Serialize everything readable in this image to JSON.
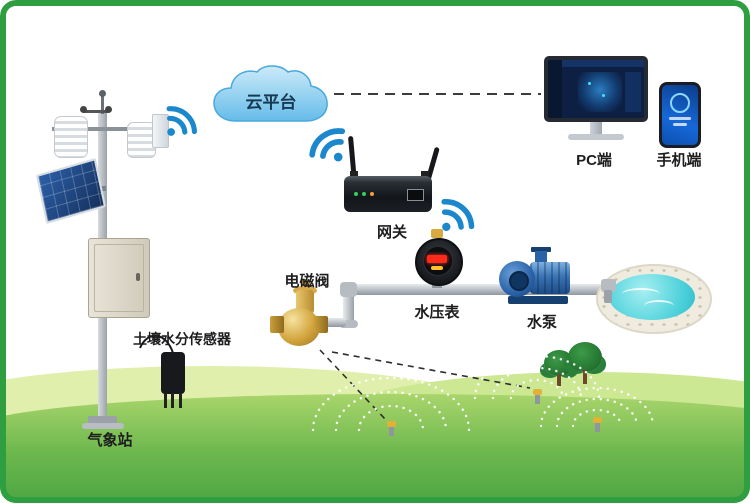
{
  "labels": {
    "cloud": "云平台",
    "gateway": "网关",
    "pc": "PC端",
    "mobile": "手机端",
    "solenoid_valve": "电磁阀",
    "pressure_gauge": "水压表",
    "water_pump": "水泵",
    "soil_sensor": "土壤水分传感器",
    "weather_station": "气象站"
  },
  "icons": {
    "cloud": "cloud-icon",
    "wifi": "wifi-signal-icon",
    "monitor": "pc-monitor-icon",
    "phone": "smartphone-icon",
    "router": "gateway-router-icon",
    "valve": "solenoid-valve-icon",
    "gauge": "pressure-gauge-icon",
    "pump": "water-pump-icon",
    "pool": "water-pool-icon",
    "sprinkler": "sprinkler-icon",
    "weather_station": "weather-station-icon",
    "soil_sensor": "soil-sensor-icon"
  },
  "colors": {
    "frame_green": "#2f9e41",
    "wifi_blue": "#1b87cc",
    "cloud_blue": "#65bce9",
    "grass_light": "#cde893",
    "grass_dark": "#3f9e3e",
    "pump_blue": "#2a62a8",
    "valve_brass": "#d2a43c",
    "pool_water": "#49cfd9",
    "gauge_red": "#ff2a1a",
    "screen_navy": "#0d1f42",
    "line_dark": "#3c3c3c"
  }
}
